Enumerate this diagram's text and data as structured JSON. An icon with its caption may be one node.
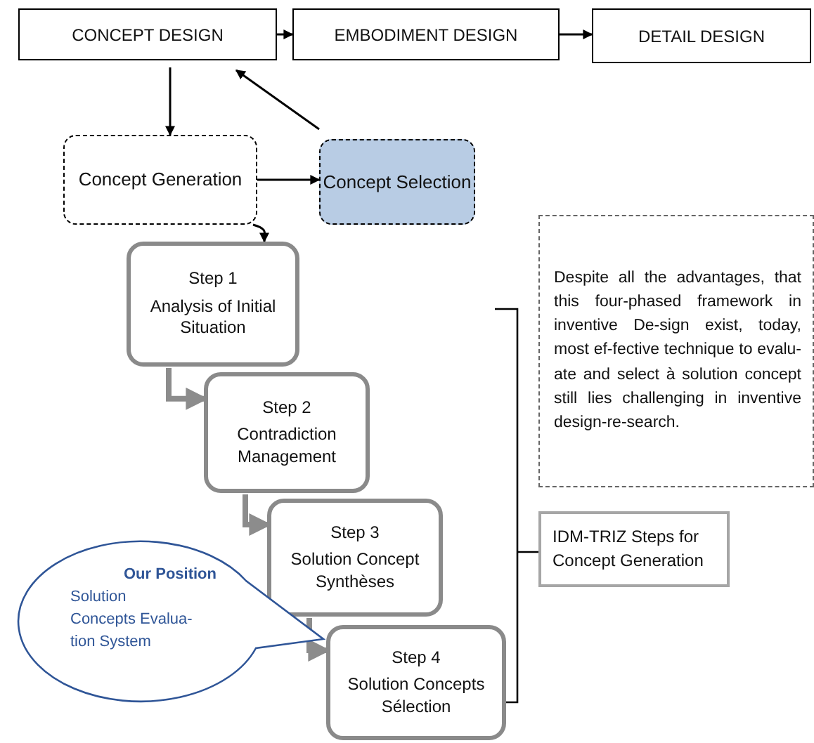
{
  "diagram": {
    "nodes": [
      {
        "text": [
          "CONCEPT DESIGN"
        ]
      },
      {
        "text": [
          "EMBODIMENT DESIGN"
        ]
      },
      {
        "text": [
          "DETAIL DESIGN"
        ]
      },
      {
        "text": [
          "Concept Generation"
        ]
      },
      {
        "text": [
          "Concept Selection"
        ]
      },
      {
        "text": [
          "Step 1",
          "Analysis of Initial Situation"
        ]
      },
      {
        "text": [
          "Step 2",
          "Contradiction Management"
        ]
      },
      {
        "text": [
          "Step 3",
          "Solution Concept Synthèses"
        ]
      },
      {
        "text": [
          "Step 4",
          "Solution Concepts Sélection"
        ]
      },
      {
        "text": [
          "Despite all the advantages, that this four-phased framework in inventive De-sign exist, today, most ef-fective technique to evalu-ate and select à solution concept still lies challenging in inventive design-re-search."
        ]
      },
      {
        "text": [
          "IDM-TRIZ Steps for Concept Generation"
        ]
      },
      {
        "text": [
          "Our Position",
          "Solution Concepts Evalua-tion System"
        ]
      }
    ],
    "edges": [
      {
        "from": 0,
        "to": 1,
        "arrow": "to"
      },
      {
        "from": 1,
        "to": 2,
        "arrow": "to"
      },
      {
        "from": 0,
        "to": 3,
        "arrow": "to"
      },
      {
        "from": 4,
        "to": 0,
        "arrow": "to"
      },
      {
        "from": 3,
        "to": 4,
        "arrow": "to"
      },
      {
        "from": 3,
        "to": 5,
        "arrow": "to"
      },
      {
        "from": 5,
        "to": 6,
        "arrow": "to",
        "style": "thick",
        "color": "#8c8c8c"
      },
      {
        "from": 6,
        "to": 7,
        "arrow": "to",
        "style": "thick",
        "color": "#8c8c8c"
      },
      {
        "from": 7,
        "to": 8,
        "arrow": "to",
        "style": "thick",
        "color": "#8c8c8c"
      }
    ]
  }
}
